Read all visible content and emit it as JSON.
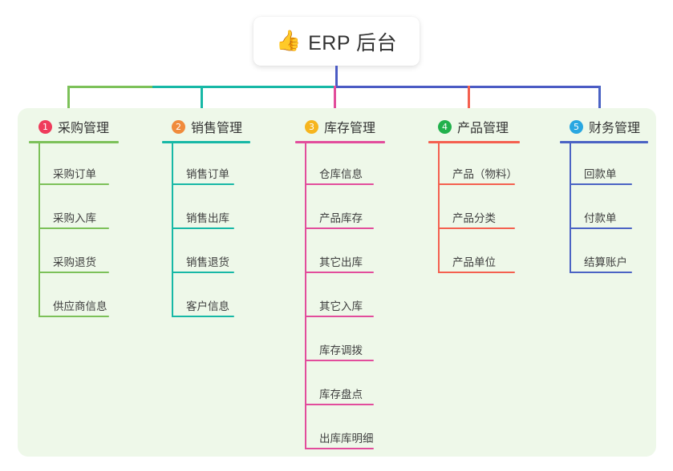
{
  "diagram": {
    "root": {
      "icon": "thumbs-up-icon",
      "icon_glyph": "👍",
      "title": "ERP 后台"
    },
    "panel_color": "#eef8e9",
    "columns": [
      {
        "number": "1",
        "title": "采购管理",
        "badge_color": "#ef3b5b",
        "line_color": "#7cc159",
        "items": [
          "采购订单",
          "采购入库",
          "采购退货",
          "供应商信息"
        ]
      },
      {
        "number": "2",
        "title": "销售管理",
        "badge_color": "#f08b3c",
        "line_color": "#17b8a6",
        "items": [
          "销售订单",
          "销售出库",
          "销售退货",
          "客户信息"
        ]
      },
      {
        "number": "3",
        "title": "库存管理",
        "badge_color": "#f6b51e",
        "line_color": "#e24d9c",
        "items": [
          "仓库信息",
          "产品库存",
          "其它出库",
          "其它入库",
          "库存调拨",
          "库存盘点",
          "出库库明细"
        ]
      },
      {
        "number": "4",
        "title": "产品管理",
        "badge_color": "#22b14c",
        "line_color": "#f4604f",
        "items": [
          "产品（物料）",
          "产品分类",
          "产品单位"
        ]
      },
      {
        "number": "5",
        "title": "财务管理",
        "badge_color": "#29a7e1",
        "line_color": "#4b63c4",
        "items": [
          "回款单",
          "付款单",
          "结算账户"
        ]
      }
    ],
    "connector": {
      "stem_color": "#4b5bc4",
      "bus_segments": [
        {
          "color": "#7cc159"
        },
        {
          "color": "#17b8a6"
        },
        {
          "color": "#4b5bc4"
        }
      ]
    }
  }
}
